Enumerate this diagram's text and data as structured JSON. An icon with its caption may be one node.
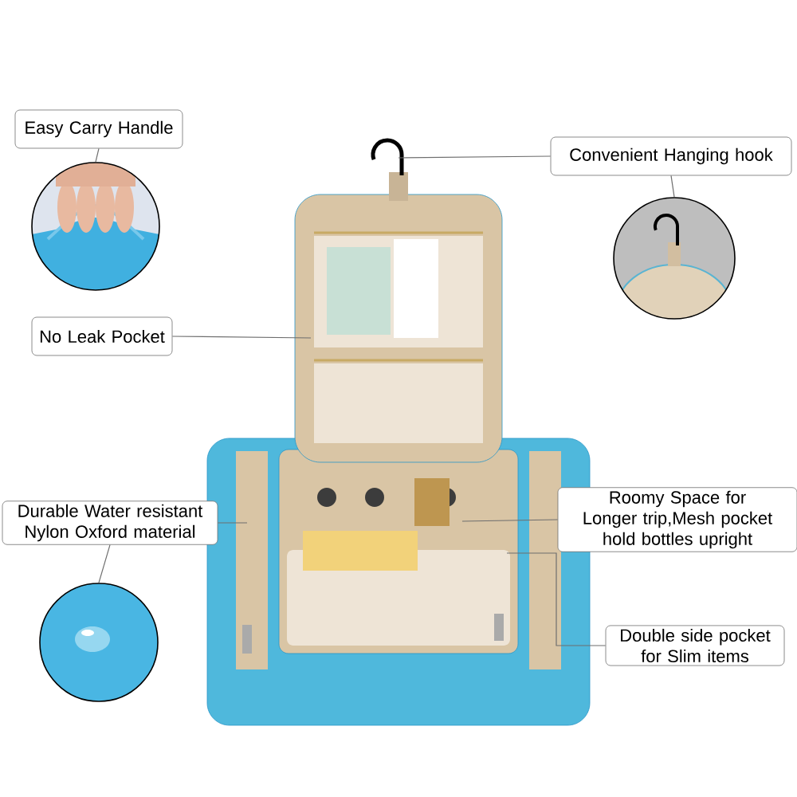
{
  "diagram": {
    "nodes": [
      {
        "text": [
          "Easy Carry Handle"
        ]
      },
      {
        "text": [],
        "shape": "picture"
      },
      {
        "text": [
          "Convenient Hanging hook"
        ]
      },
      {
        "text": [],
        "shape": "picture"
      },
      {
        "text": [],
        "shape": "picture"
      },
      {
        "text": [
          "No Leak Pocket"
        ]
      },
      {
        "text": [
          "Durable Water resistant Nylon Oxford material"
        ]
      },
      {
        "text": [],
        "shape": "picture"
      },
      {
        "text": [
          "Roomy Space for Longer trip,Mesh pocket hold bottles upright"
        ]
      },
      {
        "text": [
          "Double side pocket for Slim items"
        ]
      }
    ],
    "edges": [
      {
        "from": 0,
        "to": 1,
        "arrow": "none"
      },
      {
        "from": 2,
        "to": 3,
        "arrow": "none"
      },
      {
        "from": 2,
        "to": 4,
        "arrow": "none"
      },
      {
        "from": 5,
        "to": 4,
        "arrow": "none"
      },
      {
        "from": 6,
        "to": 4,
        "arrow": "none"
      },
      {
        "from": 6,
        "to": 7,
        "arrow": "none"
      },
      {
        "from": 8,
        "to": 4,
        "arrow": "none"
      },
      {
        "from": 9,
        "to": 4,
        "arrow": "none"
      }
    ]
  }
}
